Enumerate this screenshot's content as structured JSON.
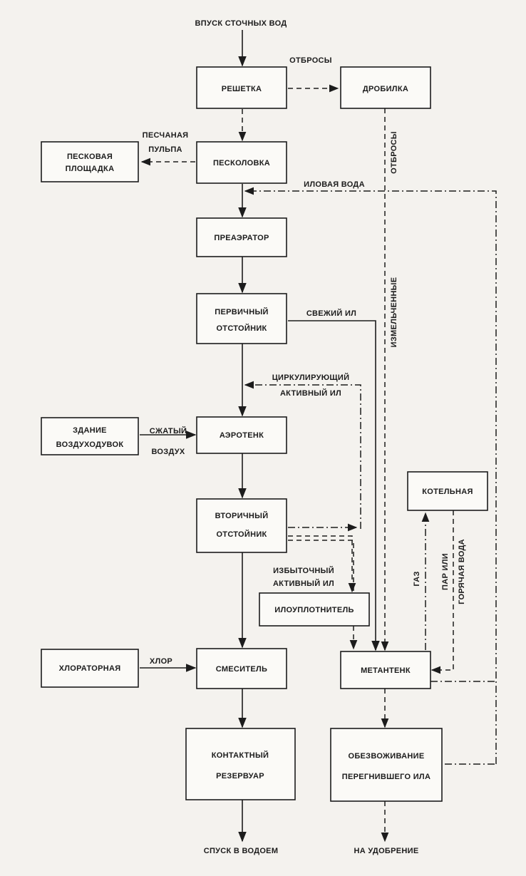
{
  "nodes": {
    "reshetka": [
      "РЕШЕТКА"
    ],
    "drobilka": [
      "ДРОБИЛКА"
    ],
    "peskolovka": [
      "ПЕСКОЛОВКА"
    ],
    "peskovaya_ploshchadka": [
      "ПЕСКОВАЯ",
      "ПЛОЩАДКА"
    ],
    "preaerator": [
      "ПРЕАЭРАТОР"
    ],
    "pervichny_otstoynik": [
      "ПЕРВИЧНЫЙ",
      "ОТСТОЙНИК"
    ],
    "aerotenk": [
      "АЭРОТЕНК"
    ],
    "zdanie_vozdukhoduvok": [
      "ЗДАНИЕ",
      "ВОЗДУХОДУВОК"
    ],
    "vtorichny_otstoynik": [
      "ВТОРИЧНЫЙ",
      "ОТСТОЙНИК"
    ],
    "iloouplotnitel": [
      "ИЛОУПЛОТНИТЕЛЬ"
    ],
    "kotelnaya": [
      "КОТЕЛЬНАЯ"
    ],
    "khloratornaya": [
      "ХЛОРАТОРНАЯ"
    ],
    "smesitel": [
      "СМЕСИТЕЛЬ"
    ],
    "metantenk": [
      "МЕТАНТЕНК"
    ],
    "kontaktny_rezervuar": [
      "КОНТАКТНЫЙ",
      "РЕЗЕРВУАР"
    ],
    "obezvozhivanie": [
      "ОБЕЗВОЖИВАНИЕ",
      "ПЕРЕГНИВШЕГО ИЛА"
    ]
  },
  "labels": {
    "vpusk": "ВПУСК СТОЧНЫХ ВОД",
    "otbrosy_top": "ОТБРОСЫ",
    "peschanaya_pulpa": [
      "ПЕСЧАНАЯ",
      "ПУЛЬПА"
    ],
    "otbrosy_vertical": "ОТБРОСЫ",
    "izmelchennye": "ИЗМЕЛЬЧЕННЫЕ",
    "ilovaya_voda": "ИЛОВАЯ ВОДА",
    "svezhiy_il": "СВЕЖИЙ ИЛ",
    "tsirkuliruyushchiy": [
      "ЦИРКУЛИРУЮЩИЙ",
      "АКТИВНЫЙ ИЛ"
    ],
    "szhaty_vozdukh": [
      "СЖАТЫЙ",
      "ВОЗДУХ"
    ],
    "izbytochny": [
      "ИЗБЫТОЧНЫЙ",
      "АКТИВНЫЙ ИЛ"
    ],
    "gaz": "ГАЗ",
    "par_ili": "ПАР ИЛИ",
    "goryachaya_voda": "ГОРЯЧАЯ ВОДА",
    "khlor": "ХЛОР",
    "spusk": "СПУСК В ВОДОЕМ",
    "na_udobrenie": "НА УДОБРЕНИЕ"
  }
}
